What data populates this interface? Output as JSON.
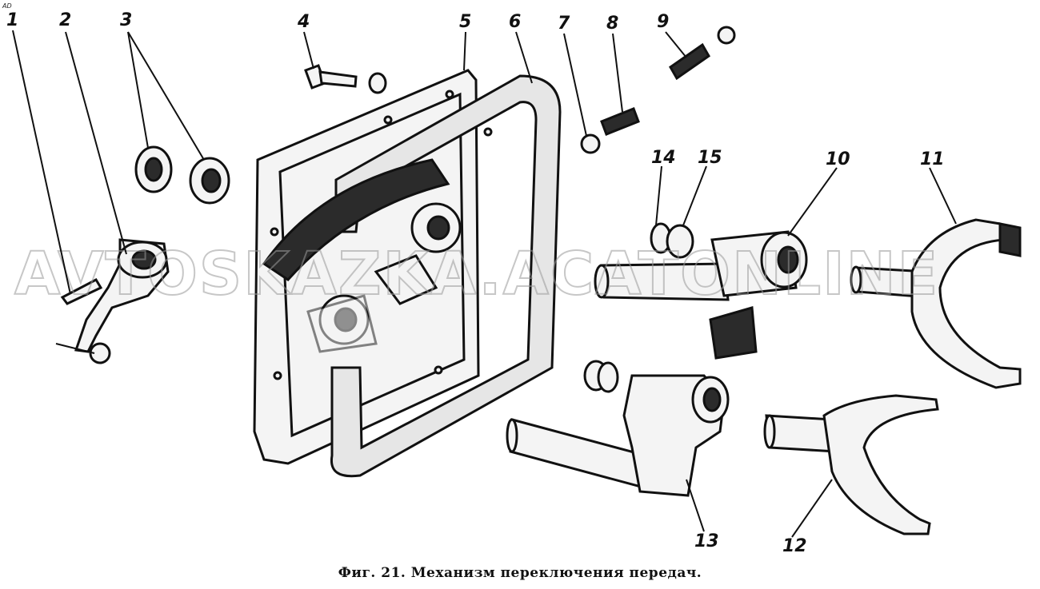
{
  "figure": {
    "caption": "Фиг. 21. Механизм переключения передач.",
    "watermark": "AVTOSKAZKA.ACATONLINE",
    "corner_mark": "AD",
    "callouts": [
      "1",
      "2",
      "3",
      "4",
      "5",
      "6",
      "7",
      "8",
      "9",
      "10",
      "11",
      "12",
      "13",
      "14",
      "15"
    ]
  }
}
